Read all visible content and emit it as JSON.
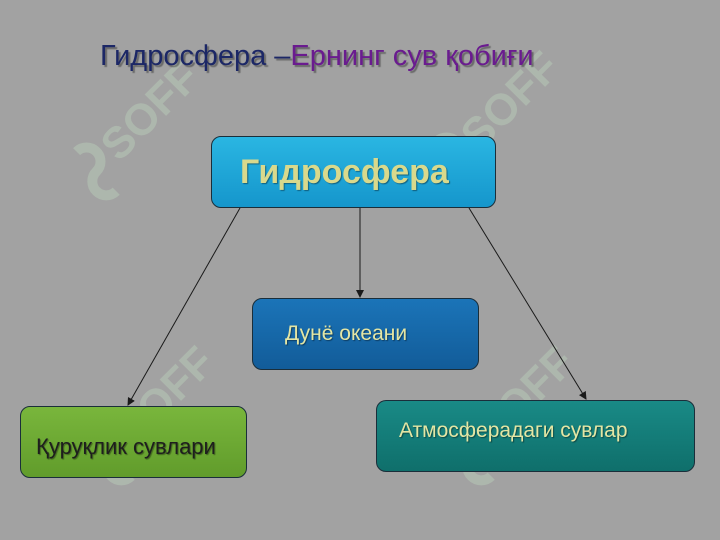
{
  "title": {
    "part1": "Гидросфера –",
    "part2": "Ернинг сув қобиғи"
  },
  "nodes": {
    "root": "Гидросфера",
    "center": "Дунё океани",
    "left": "Қуруқлик сувлари",
    "right": "Атмосферадаги сувлар"
  },
  "watermark_text": "SOFF",
  "colors": {
    "background": "#a2a2a2",
    "root_box": "#1ea6d8",
    "center_box": "#1668a8",
    "left_box": "#6da834",
    "right_box": "#13807c",
    "watermark": "#b9c9b9"
  }
}
